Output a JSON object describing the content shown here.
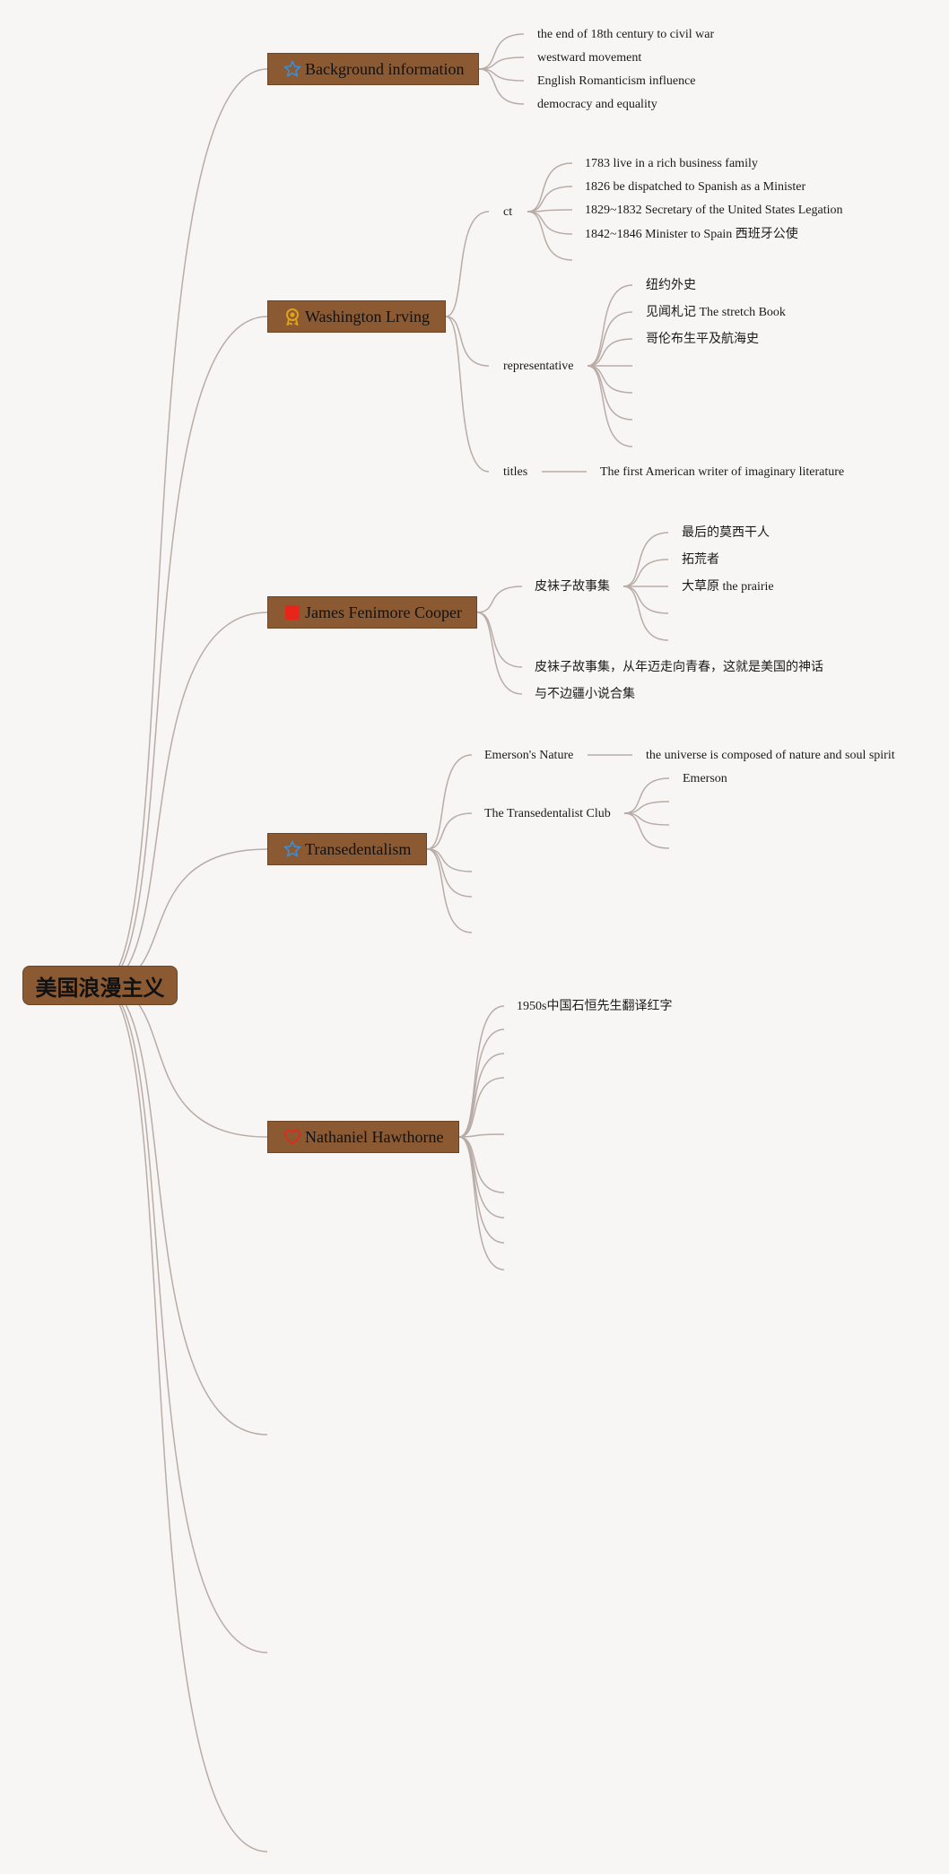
{
  "root": "美国浪漫主义",
  "topics": {
    "background": {
      "label": "Background information",
      "icon": "star-icon",
      "icon_color": "#3b8fd6"
    },
    "irving": {
      "label": "Washington Lrving",
      "icon": "award-ribbon-icon",
      "icon_color": "#e0a21b"
    },
    "cooper": {
      "label": "James Fenimore Cooper",
      "icon": "red-square-icon",
      "icon_color": "#e8251a"
    },
    "transcendentalism": {
      "label": "Transedentalism",
      "icon": "star-icon",
      "icon_color": "#3b8fd6"
    },
    "hawthorne": {
      "label": "Nathaniel Hawthorne",
      "icon": "heart-icon",
      "icon_color": "#e8251a"
    }
  },
  "background": [
    "the end of 18th century to civil war",
    "westward movement",
    "English Romanticism influence",
    "democracy and equality"
  ],
  "irving": {
    "ct": "ct",
    "ct_items": [
      "1783 live in a rich business family",
      "1826 be dispatched to Spanish as a Minister",
      "1829~1832 Secretary of the United States Legation",
      "1842~1846 Minister to Spain 西班牙公使"
    ],
    "representative": "representative",
    "representative_items": [
      "纽约外史",
      "见闻札记 The stretch Book",
      "哥伦布生平及航海史"
    ],
    "titles": "titles",
    "titles_item": "The first American writer of imaginary literature"
  },
  "cooper": {
    "leatherstocking": "皮袜子故事集",
    "leatherstocking_items": [
      "最后的莫西干人",
      "拓荒者",
      "大草原 the prairie"
    ],
    "myth": "皮袜子故事集，从年迈走向青春，这就是美国的神话",
    "frontier": "与不边疆小说合集"
  },
  "transcendentalism": {
    "nature": "Emerson's Nature",
    "nature_item": "the universe is composed of nature and soul spirit",
    "club": "The Transedentalist Club",
    "club_items": [
      "Emerson"
    ]
  },
  "hawthorne": {
    "items": [
      "1950s中国石恒先生翻译红字"
    ]
  }
}
